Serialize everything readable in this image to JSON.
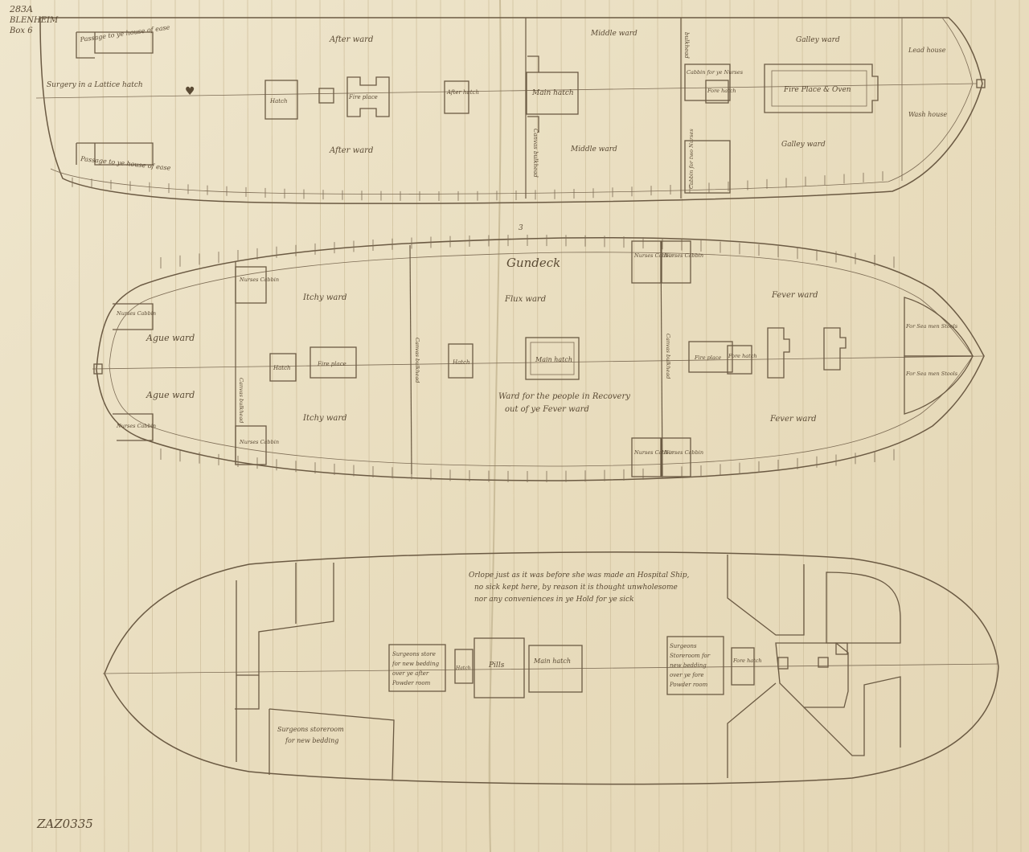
{
  "corner_label": [
    "283A",
    "BLENHEIM",
    "Box 6"
  ],
  "catalog_number": "ZAZ0335",
  "upper_deck": {
    "passage_top": "Passage to ye house of ease",
    "passage_bottom": "Passage to ye house of ease",
    "surgery": "Surgery in a Lattice hatch",
    "after_ward_top": "After ward",
    "after_ward_bottom": "After ward",
    "hatch": "Hatch",
    "fire_place": "Fire place",
    "after_hatch": "After hatch",
    "main_hatch": "Main hatch",
    "middle_ward_top": "Middle ward",
    "middle_ward_bottom": "Middle ward",
    "canvas_bulkhead": "Canvas bulkhead",
    "bulkhead": "bulkhead",
    "cabbin_nurses": "Cabbin for ye Nurses",
    "fore_hatch": "Fore hatch",
    "cabbin_two_nurses": "Cabbin for two Nurses",
    "galley_ward_top": "Galley ward",
    "galley_ward_bottom": "Galley ward",
    "fire_place_oven": "Fire Place & Oven",
    "lead_house": "Lead house",
    "wash_house": "Wash house"
  },
  "gun_deck": {
    "title": "Gundeck",
    "number": "3",
    "nurses_cabbin_1": "Nurses Cabbin",
    "nurses_cabbin_2": "Nurses Cabbin",
    "nurses_cabbin_3": "Nurses Cabbin",
    "nurses_cabbin_4": "Nurses Cabbin",
    "nurses_cabbin_5": "Nurses Cabbin",
    "nurses_cabbin_6": "Nurses Cabbin",
    "nurses_cabbin_7": "Nurses Cabbin",
    "nurses_cabbin_8": "Nurses Cabbin",
    "ague_ward_top": "Ague ward",
    "ague_ward_bottom": "Ague ward",
    "itchy_ward_top": "Itchy ward",
    "itchy_ward_bottom": "Itchy ward",
    "hatch_aft": "Hatch",
    "fire_place": "Fire place",
    "canvas_bulkhead_1": "Canvas bulkhead",
    "canvas_bulkhead_2": "Canvas bulkhead",
    "canvas_bulkhead_3": "Canvas bulkhead",
    "flux_ward": "Flux ward",
    "hatch_mid": "Hatch",
    "main_hatch": "Main hatch",
    "recovery_ward_line1": "Ward for the people in Recovery",
    "recovery_ward_line2": "out of ye Fever ward",
    "fever_ward_top": "Fever ward",
    "fever_ward_bottom": "Fever ward",
    "fire_place_fore": "Fire place",
    "fore_hatch": "Fore hatch",
    "stools_top": "For Sea men Stools",
    "stools_bottom": "For Sea men Stools"
  },
  "orlop": {
    "note_line1": "Orlope just as it was before she was made an Hospital Ship,",
    "note_line2": "no sick kept here, by reason it is thought unwholesome",
    "note_line3": "nor any conveniences in ye Hold for ye sick",
    "surgeons_store_aft": [
      "Surgeons store",
      "for new bedding",
      "over ye after",
      "Powder room"
    ],
    "hatch": "Hatch",
    "pills": "Pills",
    "main_hatch": "Main hatch",
    "surgeons_store_fore": [
      "Surgeons",
      "Storeroom for",
      "new bedding",
      "over ye fore",
      "Powder room"
    ],
    "fore_hatch": "Fore hatch",
    "surgeons_storeroom": [
      "Surgeons storeroom",
      "for new bedding"
    ]
  }
}
